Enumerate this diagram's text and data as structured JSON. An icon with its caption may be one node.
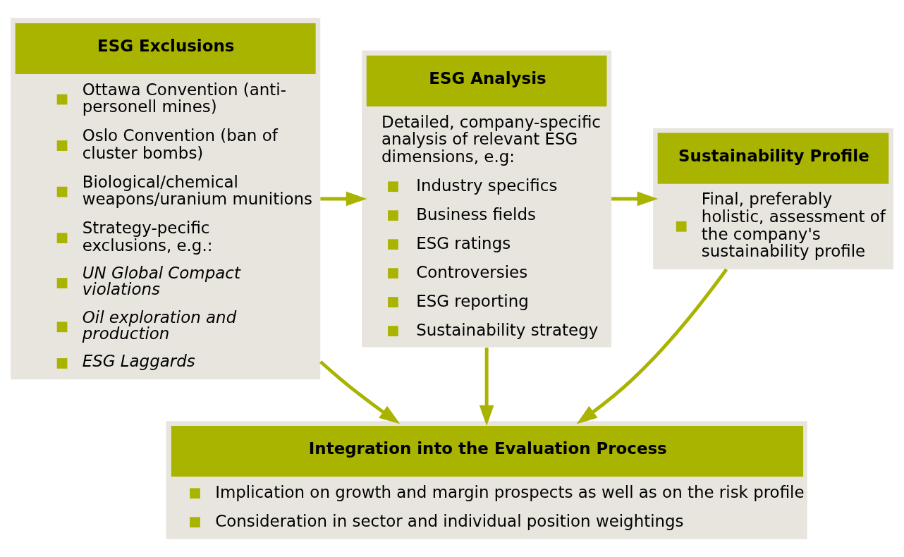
{
  "diagram": {
    "nodes": [
      {
        "text": [
          "ESG Exclusions",
          "Ottawa Convention (anti-personell mines)",
          "Oslo Convention (ban of cluster bombs)",
          "Biological/chemical weapons/uranium munitions",
          "Strategy-pecific exclusions, e.g.:",
          "UN Global Compact violations",
          "Oil exploration and production",
          "ESG Laggards"
        ]
      },
      {
        "text": [
          "ESG Analysis",
          "Detailed, company-specific analysis of relevant ESG dimensions, e.g:",
          "Industry specifics",
          "Business fields",
          "ESG ratings",
          "Controversies",
          "ESG reporting",
          "Sustainability strategy"
        ]
      },
      {
        "text": [
          "Sustainability Profile",
          "Final, preferably holistic, assessment of the company's sustainability profile"
        ]
      },
      {
        "text": [
          "Integration into the Evaluation Process",
          "Implication on growth and margin prospects as well as on the risk profile",
          "Consideration in sector and individual position weightings"
        ]
      }
    ],
    "edges": [
      {
        "from": 0,
        "to": 1,
        "arrow": "to"
      },
      {
        "from": 1,
        "to": 2,
        "arrow": "to"
      },
      {
        "from": 0,
        "to": 3,
        "arrow": "to"
      },
      {
        "from": 1,
        "to": 3,
        "arrow": "to"
      },
      {
        "from": 2,
        "to": 3,
        "arrow": "to"
      }
    ]
  }
}
